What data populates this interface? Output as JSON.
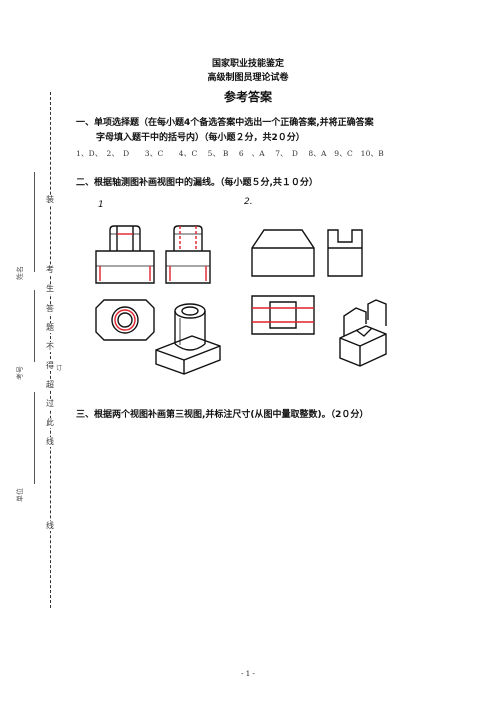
{
  "header": {
    "line1": "国家职业技能鉴定",
    "line2": "高级制图员理论试卷",
    "line3": "参考答案"
  },
  "sections": {
    "s1_line1": "一、单项选择题（在每小题4个备选答案中选出一个正确答案,并将正确答案",
    "s1_line2": "字母填入题干中的括号内）（每小题２分，共2０分）",
    "s1_answers": "1、D、　2、　D　　3、C　　4、C　 5、 B　 6　、A　 7、　D　 8、A　9、C　10、B",
    "s2": "二、根据轴测图补画视图中的漏线。（每小题５分,共１０分）",
    "s3": "三、根据两个视图补画第三视图,并标注尺寸(从图中量取整数)。（2０分）"
  },
  "figures": {
    "fig1": "1",
    "fig2": "2."
  },
  "margin": {
    "chars": [
      "装",
      "考",
      "生",
      "答",
      "题",
      "不",
      "得",
      "超",
      "过",
      "此",
      "线",
      "线"
    ],
    "subchar": "订",
    "labels": [
      "姓名",
      "考号",
      "单位"
    ]
  },
  "footer": {
    "page": "- 1 -"
  },
  "colors": {
    "accent": "#e0202a"
  }
}
